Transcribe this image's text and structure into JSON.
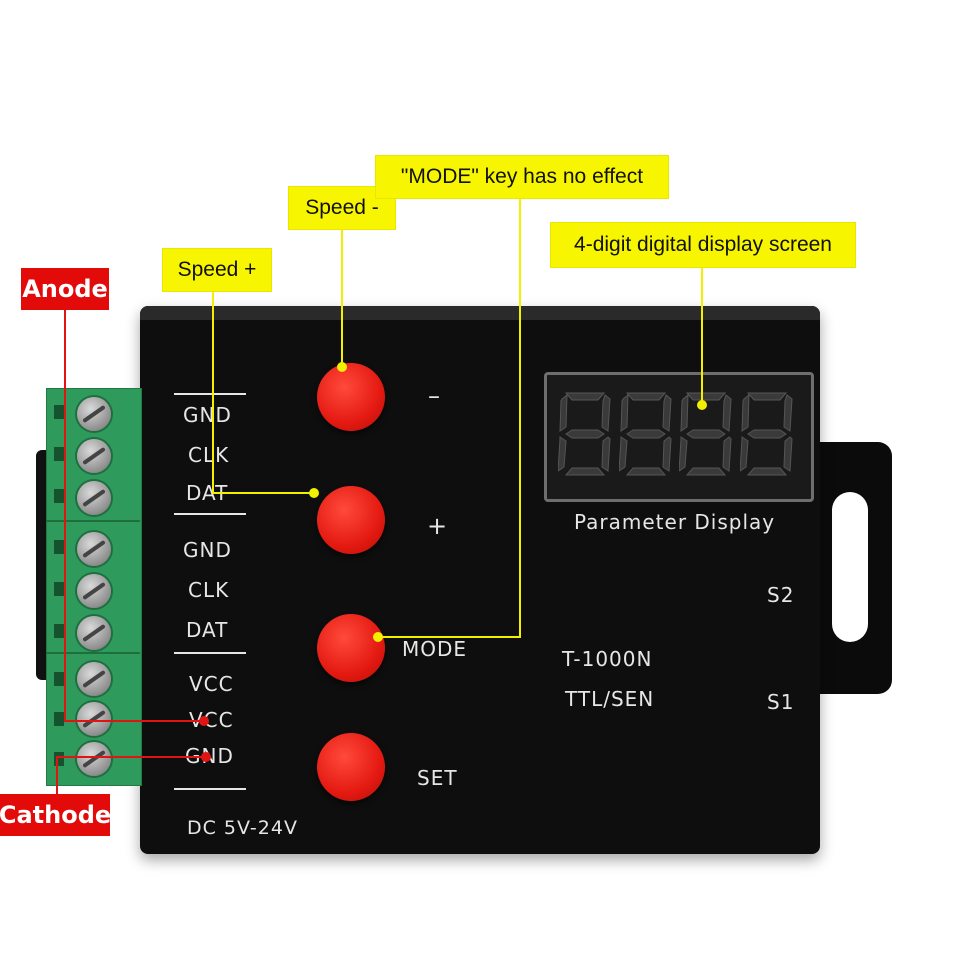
{
  "callouts": {
    "speed_plus": "Speed +",
    "speed_minus": "Speed -",
    "mode_note": "\"MODE\" key has no effect",
    "display_note": "4-digit digital display screen",
    "anode": "Anode",
    "cathode": "Cathode"
  },
  "device": {
    "terminal_labels": {
      "gnd1": "GND",
      "clk1": "CLK",
      "dat1": "DAT",
      "gnd2": "GND",
      "clk2": "CLK",
      "dat2": "DAT",
      "vcc1": "VCC",
      "vcc2": "VCC",
      "gnd3": "GND"
    },
    "power_label": "DC 5V-24V",
    "button_labels": {
      "minus": "–",
      "plus": "+",
      "mode": "MODE",
      "set": "SET"
    },
    "display_caption": "Parameter Display",
    "model": "T-1000N",
    "mode_type": "TTL/SEN",
    "s2": "S2",
    "s1": "S1"
  },
  "colors": {
    "callout_yellow": "#f7f500",
    "callout_red": "#e30a0a",
    "button_red": "#e41a12",
    "terminal_green": "#2e9a5c"
  }
}
